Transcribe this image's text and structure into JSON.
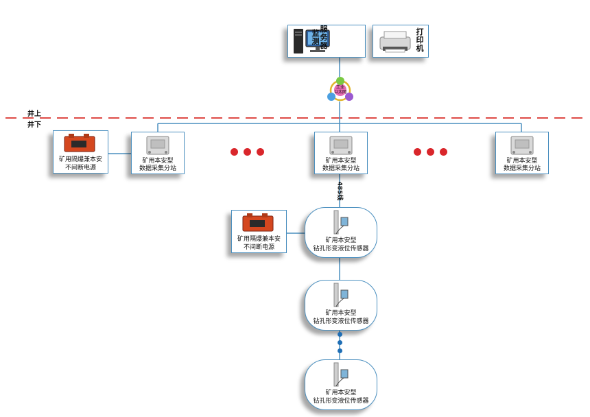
{
  "surface": {
    "above": "井上",
    "below": "井下"
  },
  "server": {
    "label_a": "监测",
    "label_b": "服务器",
    "icon": "server-computer-icon"
  },
  "printer": {
    "label": "打印机",
    "icon": "printer-icon"
  },
  "ethernet": {
    "label_1": "工业",
    "label_2": "以太网"
  },
  "power_supply_1": {
    "line1": "矿用隔爆兼本安",
    "line2": "不间断电源"
  },
  "station_1": {
    "line1": "矿用本安型",
    "line2": "数据采集分站"
  },
  "station_2": {
    "line1": "矿用本安型",
    "line2": "数据采集分站"
  },
  "station_3": {
    "line1": "矿用本安型",
    "line2": "数据采集分站"
  },
  "bus_label": "485线",
  "power_supply_2": {
    "line1": "矿用隔爆兼本安",
    "line2": "不间断电源"
  },
  "sensor_1": {
    "line1": "矿用本安型",
    "line2": "钻孔形变液位传感器"
  },
  "sensor_2": {
    "line1": "矿用本安型",
    "line2": "钻孔形变液位传感器"
  },
  "sensor_3": {
    "line1": "矿用本安型",
    "line2": "钻孔形变液位传感器"
  },
  "colors": {
    "line": "#4a8fbf",
    "divider": "#d9302b",
    "ellipsis_red": "#d9262b",
    "ellipsis_blue": "#1f6eb5"
  }
}
